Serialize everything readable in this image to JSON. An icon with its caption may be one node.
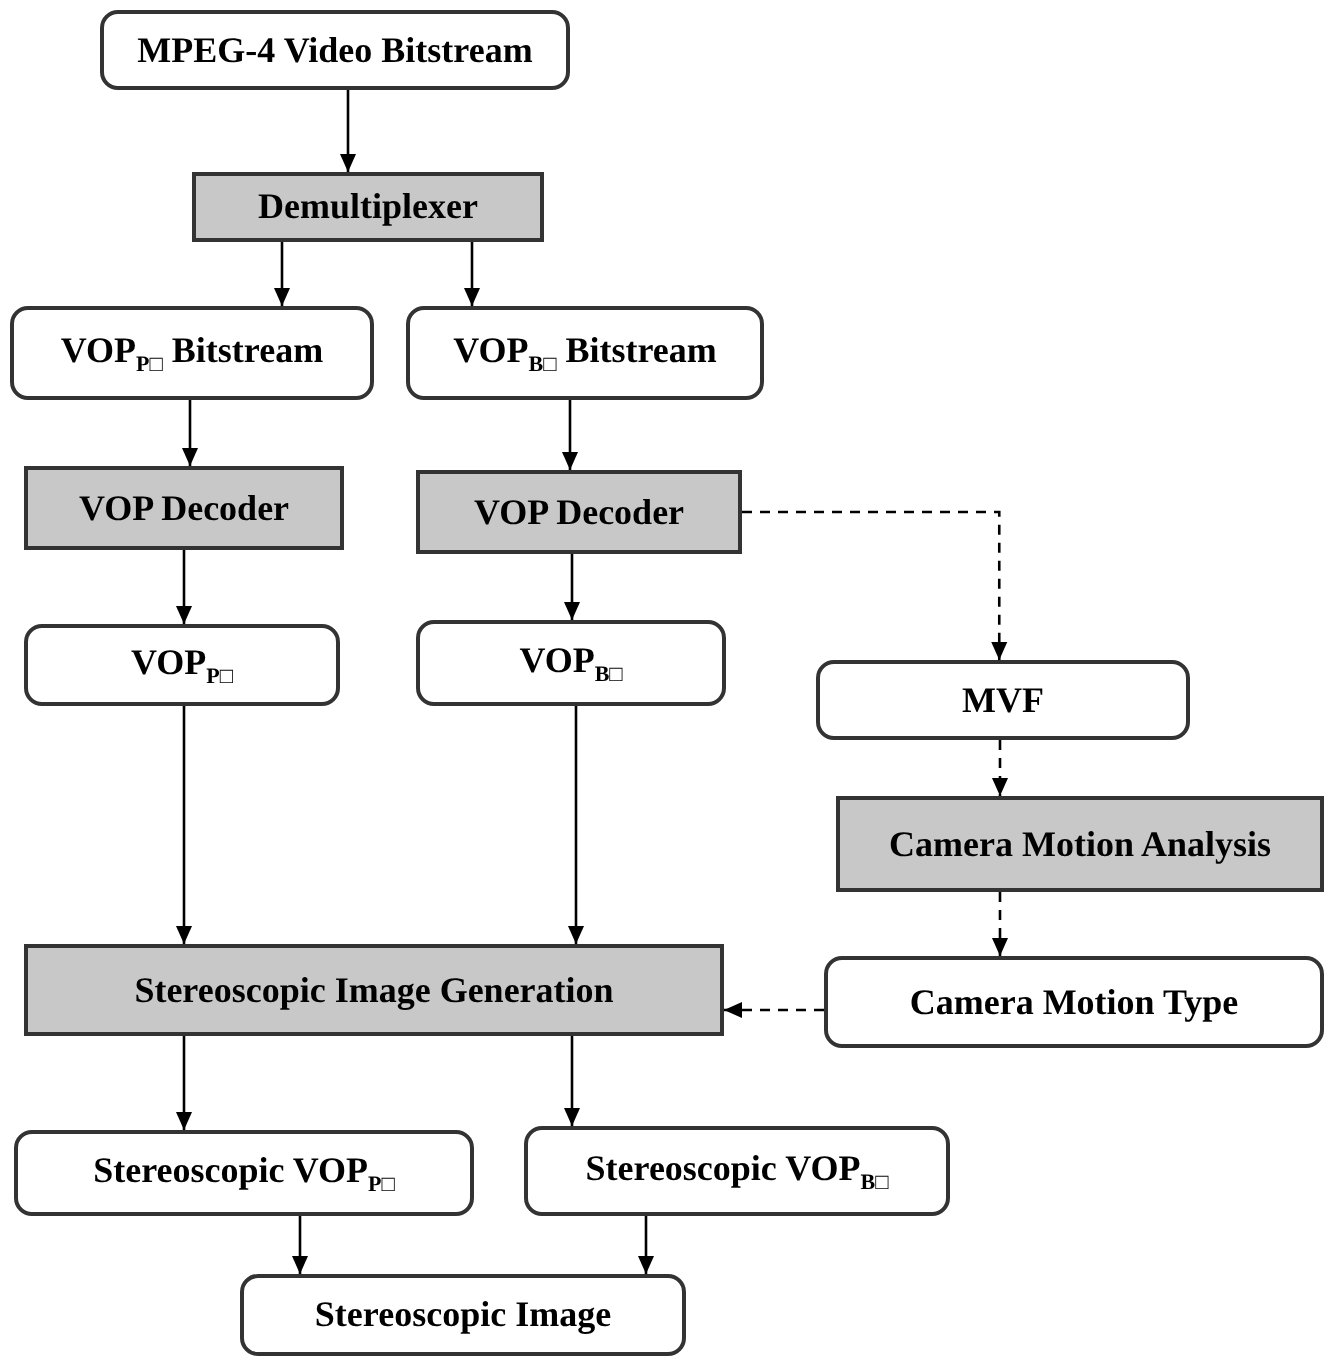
{
  "diagram": {
    "nodes": [
      {
        "text": [
          "MPEG-4 Video Bitstream"
        ]
      },
      {
        "text": [
          "Demultiplexer"
        ]
      },
      {
        "text": [
          "VOP$_{P□}$ Bitstream"
        ]
      },
      {
        "text": [
          "VOP$_{B□}$ Bitstream"
        ]
      },
      {
        "text": [
          "VOP Decoder"
        ]
      },
      {
        "text": [
          "VOP Decoder"
        ]
      },
      {
        "text": [
          "VOP$_{P□}$"
        ]
      },
      {
        "text": [
          "VOP$_{B□}$"
        ]
      },
      {
        "text": [
          "MVF"
        ]
      },
      {
        "text": [
          "Camera Motion Analysis"
        ]
      },
      {
        "text": [
          "Stereoscopic Image Generation"
        ]
      },
      {
        "text": [
          "Camera Motion Type"
        ]
      },
      {
        "text": [
          "Stereoscopic VOP$_{P□}$"
        ]
      },
      {
        "text": [
          "Stereoscopic VOP$_{B□}$"
        ]
      },
      {
        "text": [
          "Stereoscopic Image"
        ]
      }
    ],
    "edges": [
      {
        "from": 0,
        "to": 1,
        "arrow": "to"
      },
      {
        "from": 1,
        "to": 2,
        "arrow": "to"
      },
      {
        "from": 1,
        "to": 3,
        "arrow": "to"
      },
      {
        "from": 2,
        "to": 4,
        "arrow": "to"
      },
      {
        "from": 3,
        "to": 5,
        "arrow": "to"
      },
      {
        "from": 4,
        "to": 6,
        "arrow": "to"
      },
      {
        "from": 5,
        "to": 7,
        "arrow": "to"
      },
      {
        "from": 6,
        "to": 10,
        "arrow": "to"
      },
      {
        "from": 7,
        "to": 10,
        "arrow": "to"
      },
      {
        "from": 5,
        "to": 8,
        "arrow": "to",
        "style": "dashed"
      },
      {
        "from": 8,
        "to": 9,
        "arrow": "to",
        "style": "dashed"
      },
      {
        "from": 9,
        "to": 11,
        "arrow": "to",
        "style": "dashed"
      },
      {
        "from": 11,
        "to": 10,
        "arrow": "to",
        "style": "dashed"
      },
      {
        "from": 10,
        "to": 12,
        "arrow": "to"
      },
      {
        "from": 10,
        "to": 13,
        "arrow": "to"
      },
      {
        "from": 12,
        "to": 14,
        "arrow": "to"
      },
      {
        "from": 13,
        "to": 14,
        "arrow": "to"
      }
    ]
  }
}
